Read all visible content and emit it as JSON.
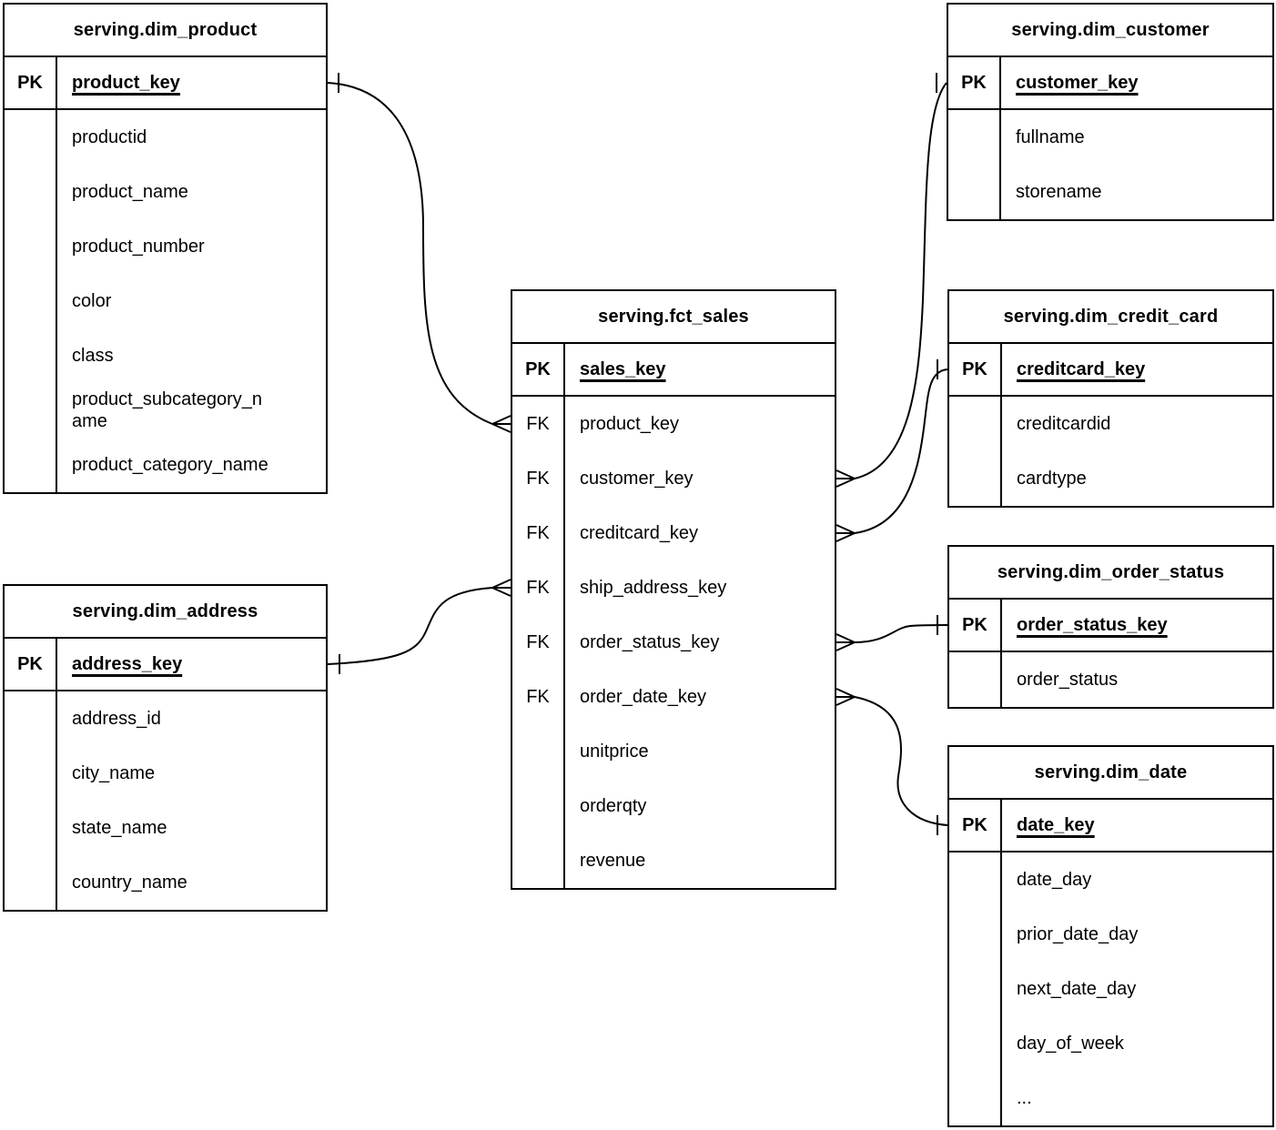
{
  "colors": {
    "line": "#000000",
    "background": "#ffffff",
    "text": "#000000"
  },
  "tables": {
    "dim_product": {
      "title": "serving.dim_product",
      "pk_badge": "PK",
      "pk_name": "product_key",
      "fields": [
        {
          "badge": "",
          "name": "productid"
        },
        {
          "badge": "",
          "name": "product_name"
        },
        {
          "badge": "",
          "name": "product_number"
        },
        {
          "badge": "",
          "name": "color"
        },
        {
          "badge": "",
          "name": "class"
        },
        {
          "badge": "",
          "name": "product_subcategory_name"
        },
        {
          "badge": "",
          "name": "product_category_name"
        }
      ]
    },
    "dim_customer": {
      "title": "serving.dim_customer",
      "pk_badge": "PK",
      "pk_name": "customer_key",
      "fields": [
        {
          "badge": "",
          "name": "fullname"
        },
        {
          "badge": "",
          "name": "storename"
        }
      ]
    },
    "fct_sales": {
      "title": "serving.fct_sales",
      "pk_badge": "PK",
      "pk_name": "sales_key",
      "fields": [
        {
          "badge": "FK",
          "name": "product_key"
        },
        {
          "badge": "FK",
          "name": "customer_key"
        },
        {
          "badge": "FK",
          "name": "creditcard_key"
        },
        {
          "badge": "FK",
          "name": "ship_address_key"
        },
        {
          "badge": "FK",
          "name": "order_status_key"
        },
        {
          "badge": "FK",
          "name": "order_date_key"
        },
        {
          "badge": "",
          "name": "unitprice"
        },
        {
          "badge": "",
          "name": "orderqty"
        },
        {
          "badge": "",
          "name": "revenue"
        }
      ]
    },
    "dim_credit_card": {
      "title": "serving.dim_credit_card",
      "pk_badge": "PK",
      "pk_name": "creditcard_key",
      "fields": [
        {
          "badge": "",
          "name": "creditcardid"
        },
        {
          "badge": "",
          "name": "cardtype"
        }
      ]
    },
    "dim_order_status": {
      "title": "serving.dim_order_status",
      "pk_badge": "PK",
      "pk_name": "order_status_key",
      "fields": [
        {
          "badge": "",
          "name": "order_status"
        }
      ]
    },
    "dim_date": {
      "title": "serving.dim_date",
      "pk_badge": "PK",
      "pk_name": "date_key",
      "fields": [
        {
          "badge": "",
          "name": "date_day"
        },
        {
          "badge": "",
          "name": "prior_date_day"
        },
        {
          "badge": "",
          "name": "next_date_day"
        },
        {
          "badge": "",
          "name": "day_of_week"
        },
        {
          "badge": "",
          "name": "..."
        }
      ]
    },
    "dim_address": {
      "title": "serving.dim_address",
      "pk_badge": "PK",
      "pk_name": "address_key",
      "fields": [
        {
          "badge": "",
          "name": "address_id"
        },
        {
          "badge": "",
          "name": "city_name"
        },
        {
          "badge": "",
          "name": "state_name"
        },
        {
          "badge": "",
          "name": "country_name"
        }
      ]
    }
  },
  "relationships": [
    {
      "many": "serving.fct_sales.product_key",
      "one": "serving.dim_product.product_key",
      "many_marker": "crow-foot",
      "one_marker": "one-tick"
    },
    {
      "many": "serving.fct_sales.ship_address_key",
      "one": "serving.dim_address.address_key",
      "many_marker": "crow-foot",
      "one_marker": "one-tick"
    },
    {
      "many": "serving.fct_sales.customer_key",
      "one": "serving.dim_customer.customer_key",
      "many_marker": "crow-foot",
      "one_marker": "one-tick"
    },
    {
      "many": "serving.fct_sales.creditcard_key",
      "one": "serving.dim_credit_card.creditcard_key",
      "many_marker": "crow-foot",
      "one_marker": "one-tick"
    },
    {
      "many": "serving.fct_sales.order_status_key",
      "one": "serving.dim_order_status.order_status_key",
      "many_marker": "crow-foot",
      "one_marker": "one-tick"
    },
    {
      "many": "serving.fct_sales.order_date_key",
      "one": "serving.dim_date.date_key",
      "many_marker": "crow-foot",
      "one_marker": "one-tick"
    }
  ]
}
